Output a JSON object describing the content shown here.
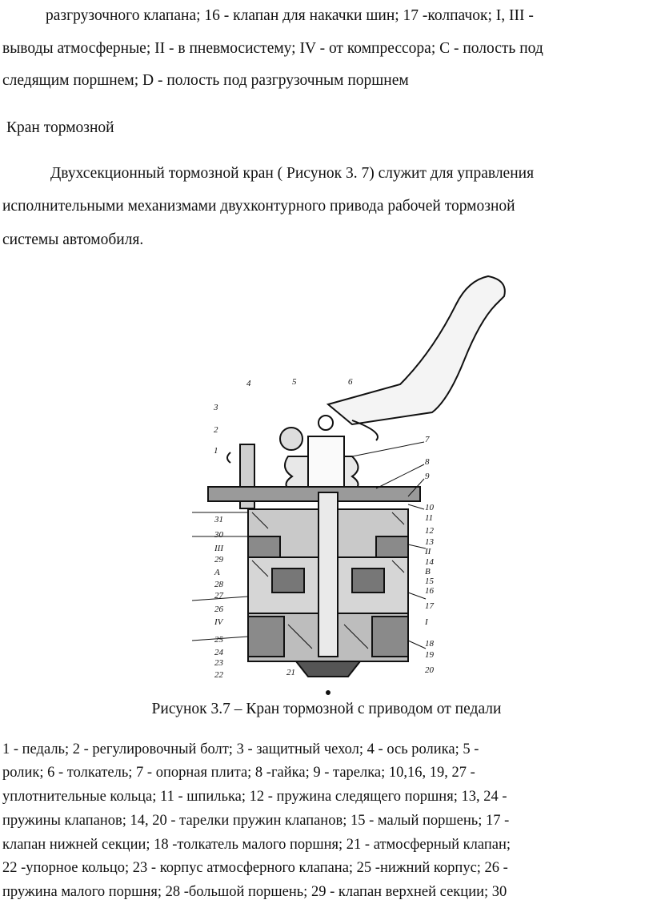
{
  "text_lines": [
    "разгрузочного клапана; 16 - клапан для накачки шин; 17 -колпачок; I, III -",
    "выводы атмосферные; II - в пневмосистему; IV - от компрессора; С - полость под",
    "следящим поршнем; D - полость под разгрузочным поршнем"
  ],
  "heading": "Кран тормозной",
  "paragraph_lines": [
    "Двухсекционный тормозной кран ( Рисунок 3. 7) служит для управления",
    "исполнительными механизмами двухконтурного привода рабочей тормозной",
    "системы автомобиля."
  ],
  "figure": {
    "left_labels": [
      "4",
      "5",
      "6",
      "3",
      "2",
      "1",
      "31",
      "30",
      "III",
      "29",
      "A",
      "28",
      "27",
      "26",
      "IV",
      "25",
      "24",
      "23",
      "22",
      "21"
    ],
    "right_labels": [
      "7",
      "8",
      "9",
      "10",
      "11",
      "12",
      "13",
      "II",
      "14",
      "B",
      "15",
      "16",
      "17",
      "I",
      "18",
      "19",
      "20"
    ]
  },
  "caption": "Рисунок 3.7 – Кран тормозной с приводом от педали",
  "legend_lines": [
    "1 - педаль; 2 - регулировочный  болт; 3 - защитный чехол; 4 - ось ролика; 5 -",
    "ролик; 6 - толкатель; 7 - опорная плита; 8 -гайка; 9 - тарелка; 10,16, 19, 27 -",
    "уплотнительные кольца; 11 - шпилька; 12 - пружина следящего поршня; 13, 24 -",
    "пружины клапанов; 14, 20 - тарелки пружин клапанов; 15 - малый поршень; 17 -",
    "клапан нижней секции; 18 -толкатель малого поршня; 21 - атмосферный клапан;",
    "22 -упорное кольцо; 23 - корпус атмосферного клапана; 25 -нижний корпус; 26 -",
    "пружина малого поршня; 28 -большой поршень; 29 - клапан верхней секции; 30"
  ]
}
